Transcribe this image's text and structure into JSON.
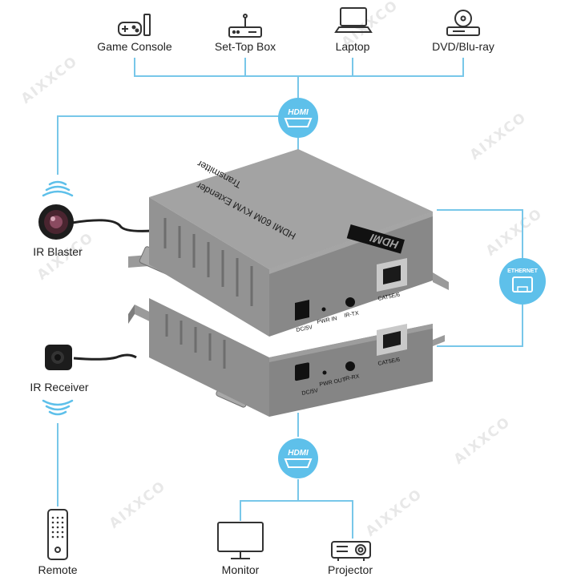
{
  "watermark": "AIXXCO",
  "colors": {
    "line": "#78c7e9",
    "badge": "#5ec0ea",
    "icon": "#333333"
  },
  "sources": [
    {
      "label": "Game Console",
      "icon": "gamepad-icon"
    },
    {
      "label": "Set-Top Box",
      "icon": "router-icon"
    },
    {
      "label": "Laptop",
      "icon": "laptop-icon"
    },
    {
      "label": "DVD/Blu-ray",
      "icon": "disc-player-icon"
    }
  ],
  "hdmi_badge": "HDMI",
  "ethernet_badge": "ETHERNET",
  "ir": {
    "blaster": "IR Blaster",
    "receiver": "IR Receiver",
    "remote": "Remote"
  },
  "outputs": [
    {
      "label": "Monitor",
      "icon": "monitor-icon"
    },
    {
      "label": "Projector",
      "icon": "projector-icon"
    }
  ],
  "transmitter": {
    "side_label": "Transmitter",
    "top_label": "HDMI 60M KVM Extender",
    "brand": "HDMI",
    "dc": "DC/5V",
    "pwr": "PWR IN",
    "ir": "IR-TX",
    "port": "CAT5E/6"
  },
  "receiver": {
    "dc": "DC/5V",
    "pwr": "PWR OUT",
    "ir": "IR-RX",
    "port": "CAT5E/6"
  }
}
